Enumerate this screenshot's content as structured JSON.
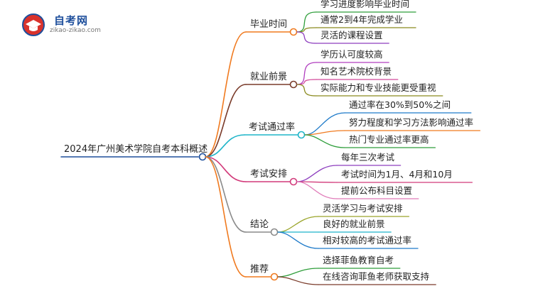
{
  "logo": {
    "title": "自考网",
    "url": "zikao-zikao.com",
    "accent_red": "#d9322c",
    "accent_blue": "#1e4f9c"
  },
  "root": {
    "label": "2024年广州美术学院自考本科概述"
  },
  "branches": [
    {
      "label": "毕业时间",
      "color": "#f07a1f",
      "children": [
        {
          "label": "学习进度影响毕业时间",
          "color": "#2f9e3b"
        },
        {
          "label": "通常2到4年完成学业",
          "color": "#8b8b1f"
        },
        {
          "label": "灵活的课程设置",
          "color": "#8e3fbf"
        }
      ]
    },
    {
      "label": "就业前景",
      "color": "#7a3b2a",
      "children": [
        {
          "label": "学历认可度较高",
          "color": "#b13fbf"
        },
        {
          "label": "知名艺术院校背景",
          "color": "#d24a9a"
        },
        {
          "label": "实际能力和专业技能更受重视",
          "color": "#8b8b1f"
        }
      ]
    },
    {
      "label": "考试通过率",
      "color": "#1fb5c9",
      "children": [
        {
          "label": "通过率在30%到50%之间",
          "color": "#1e7ac9"
        },
        {
          "label": "努力程度和学习方法影响通过率",
          "color": "#f07a1f"
        },
        {
          "label": "热门专业通过率更高",
          "color": "#2f9e3b"
        }
      ]
    },
    {
      "label": "考试安排",
      "color": "#d23a7a",
      "children": [
        {
          "label": "每年三次考试",
          "color": "#8e3fbf"
        },
        {
          "label": "考试时间为1月、4月和10月",
          "color": "#d23a7a"
        },
        {
          "label": "提前公布科目设置",
          "color": "#e07ab8"
        }
      ]
    },
    {
      "label": "结论",
      "color": "#8a8a8a",
      "children": [
        {
          "label": "灵活学习与考试安排",
          "color": "#9aa52a"
        },
        {
          "label": "良好的就业前景",
          "color": "#1fb5c9"
        },
        {
          "label": "相对较高的考试通过率",
          "color": "#1e7ac9"
        }
      ]
    },
    {
      "label": "推荐",
      "color": "#f07a1f",
      "children": [
        {
          "label": "选择菲鱼教育自考",
          "color": "#2f9e3b"
        },
        {
          "label": "在线咨询菲鱼老师获取支持",
          "color": "#7a3b2a"
        }
      ]
    }
  ]
}
